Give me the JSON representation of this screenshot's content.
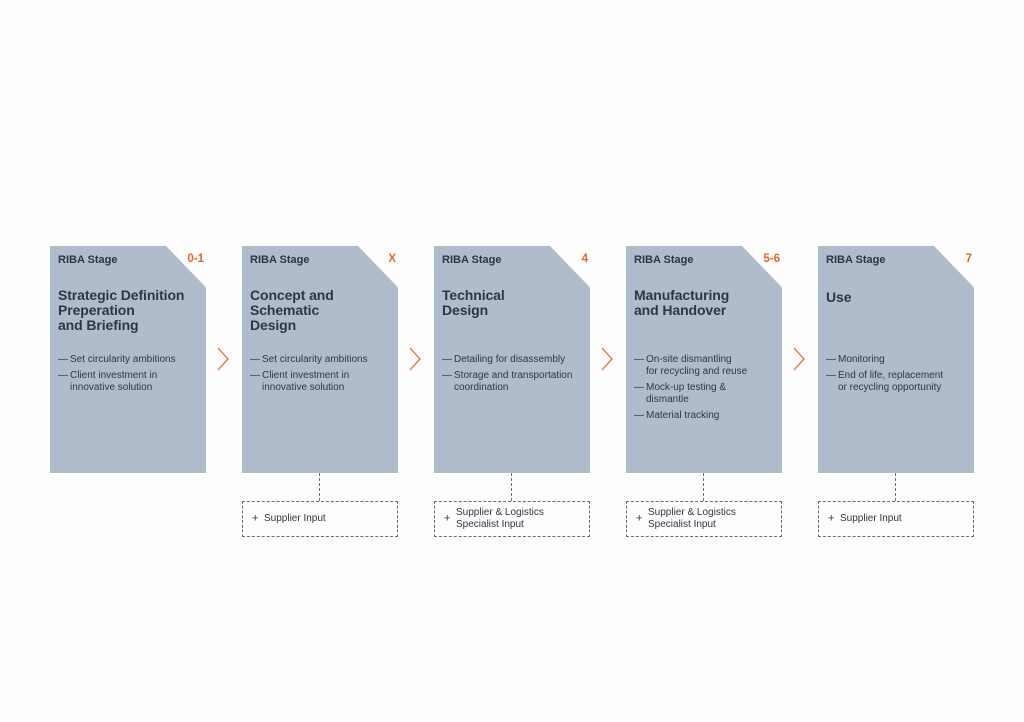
{
  "colors": {
    "card": "#b0bccb",
    "accent": "#e8622c",
    "text": "#2f3640",
    "dash": "#6d6d6d"
  },
  "stages": [
    {
      "label": "RIBA Stage",
      "number": "0-1",
      "title": [
        "Strategic Definition",
        "Preperation",
        "and Briefing"
      ],
      "points": [
        [
          "Set circularity ambitions"
        ],
        [
          "Client investment in",
          "innovative solution"
        ]
      ],
      "input": null
    },
    {
      "label": "RIBA Stage",
      "number": "X",
      "title": [
        "Concept and",
        "Schematic",
        "Design"
      ],
      "points": [
        [
          "Set circularity ambitions"
        ],
        [
          "Client investment in",
          "innovative solution"
        ]
      ],
      "input": {
        "plus": "+",
        "lines": [
          "Supplier Input"
        ]
      }
    },
    {
      "label": "RIBA Stage",
      "number": "4",
      "title": [
        "Technical",
        "Design"
      ],
      "points": [
        [
          "Detailing for disassembly"
        ],
        [
          "Storage and transportation",
          "coordination"
        ]
      ],
      "input": {
        "plus": "+",
        "lines": [
          "Supplier & Logistics",
          "Specialist Input"
        ]
      }
    },
    {
      "label": "RIBA Stage",
      "number": "5-6",
      "title": [
        "Manufacturing",
        "and Handover"
      ],
      "points": [
        [
          "On-site dismantling",
          "for recycling and reuse"
        ],
        [
          "Mock-up testing &",
          "dismantle"
        ],
        [
          "Material tracking"
        ]
      ],
      "input": {
        "plus": "+",
        "lines": [
          "Supplier & Logistics",
          "Specialist Input"
        ]
      }
    },
    {
      "label": "RIBA Stage",
      "number": "7",
      "title": [
        "Use"
      ],
      "points": [
        [
          "Monitoring"
        ],
        [
          "End of life, replacement",
          "or recycling opportunity"
        ]
      ],
      "input": {
        "plus": "+",
        "lines": [
          "Supplier Input"
        ]
      }
    }
  ],
  "dash_glyph": "—"
}
